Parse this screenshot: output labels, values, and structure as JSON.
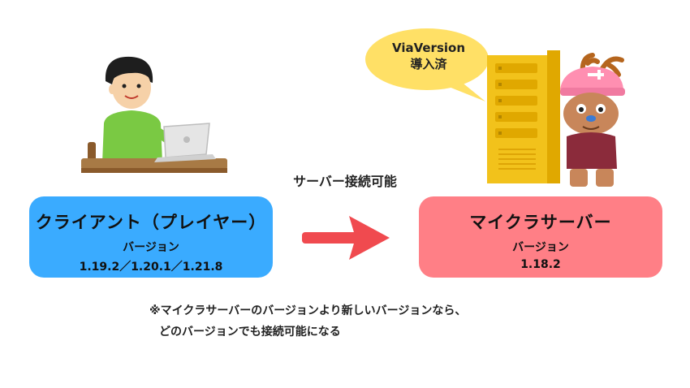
{
  "bubble": {
    "line1": "ViaVersion",
    "line2": "導入済"
  },
  "connect_label": "サーバー接続可能",
  "client": {
    "title": "クライアント（プレイヤー）",
    "version_label": "バージョン",
    "versions": "1.19.2／1.20.1／1.21.8",
    "color": "#3aabff"
  },
  "server": {
    "title": "マイクラサーバー",
    "version_label": "バージョン",
    "version": "1.18.2",
    "color": "#ff7f86"
  },
  "arrow_color": "#f04a4f",
  "note": {
    "line1": "※マイクラサーバーのバージョンより新しいバージョンなら、",
    "line2": "どのバージョンでも接続可能になる"
  }
}
